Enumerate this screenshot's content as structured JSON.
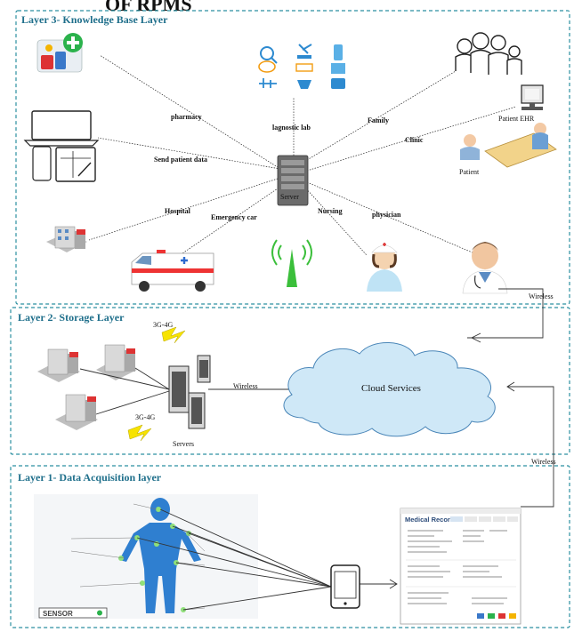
{
  "header_fragment": "OF RPMS",
  "layers": {
    "layer3": {
      "title": "Layer 3- Knowledge Base Layer"
    },
    "layer2": {
      "title": "Layer 2- Storage Layer"
    },
    "layer1": {
      "title": "Layer 1- Data Acquisition layer"
    }
  },
  "layer3_labels": {
    "pharmacy": "pharmacy",
    "diagnostic_lab": "lagnostic lab",
    "family": "Family",
    "clinic": "Clinic",
    "patient_ehr": "Patient EHR",
    "patient": "Patient",
    "send_patient_data": "Send patient data",
    "server": "Server",
    "hospital": "Hospital",
    "emergency_car": "Emergency car",
    "nursing": "Nursing",
    "physician": "physician"
  },
  "layer2_labels": {
    "network_top": "3G-4G",
    "network_bottom": "3G-4G",
    "servers": "Servers",
    "wireless": "Wireless",
    "cloud": "Cloud Services"
  },
  "wireless_top": "Wireless",
  "wireless_bottom": "Wireless",
  "layer1_labels": {
    "sensor_badge": "SENSOR",
    "medical_records_title": "Medical Records"
  },
  "colors": {
    "layer_border": "#2b8fa0",
    "layer_title": "#1f6f8b",
    "cloud_fill": "#cfe8f7",
    "body_blue": "#2f7fd0"
  }
}
